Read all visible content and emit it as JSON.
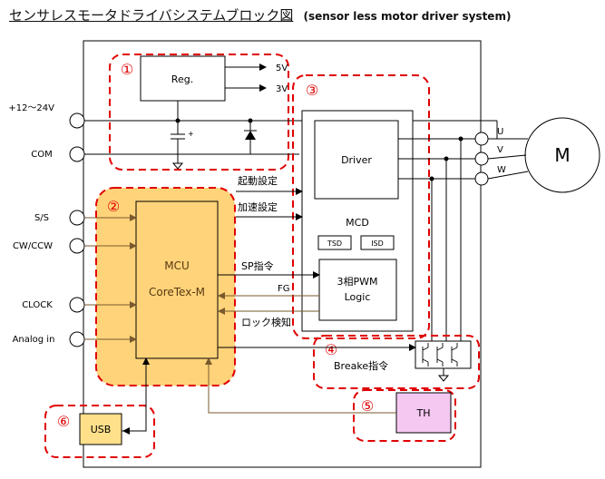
{
  "title": {
    "jp": "センサレスモータドライバシステムブロック図",
    "en": "(sensor less motor driver system)"
  },
  "terminals": {
    "power": "+12～24V",
    "com": "COM",
    "ss": "S/S",
    "cwccw": "CW/CCW",
    "clock": "CLOCK",
    "analog": "Analog in"
  },
  "blocks": {
    "reg": "Reg.",
    "v5": "5V",
    "v3": "3V",
    "driver": "Driver",
    "mcd": "MCD",
    "tsd": "TSD",
    "isd": "ISD",
    "logic_line1": "3相PWM",
    "logic_line2": "Logic",
    "mcu_line1": "MCU",
    "mcu_line2": "CoreTex-M",
    "usb": "USB",
    "th": "TH",
    "motor": "M"
  },
  "phases": {
    "u": "U",
    "v": "V",
    "w": "W"
  },
  "signals": {
    "start": "起動設定",
    "accel": "加速設定",
    "sp": "SP指令",
    "fg": "FG",
    "lock": "ロック検知",
    "brake": "Breake指令"
  },
  "section_numbers": {
    "s1": "①",
    "s2": "②",
    "s3": "③",
    "s4": "④",
    "s5": "⑤",
    "s6": "⑥"
  },
  "colors": {
    "mcu_fill": "#FFD37A",
    "usb_fill": "#FFE08A",
    "th_fill": "#F5C8F2",
    "dash_red": "#E00000",
    "sig_brown": "#7A5A2E"
  }
}
